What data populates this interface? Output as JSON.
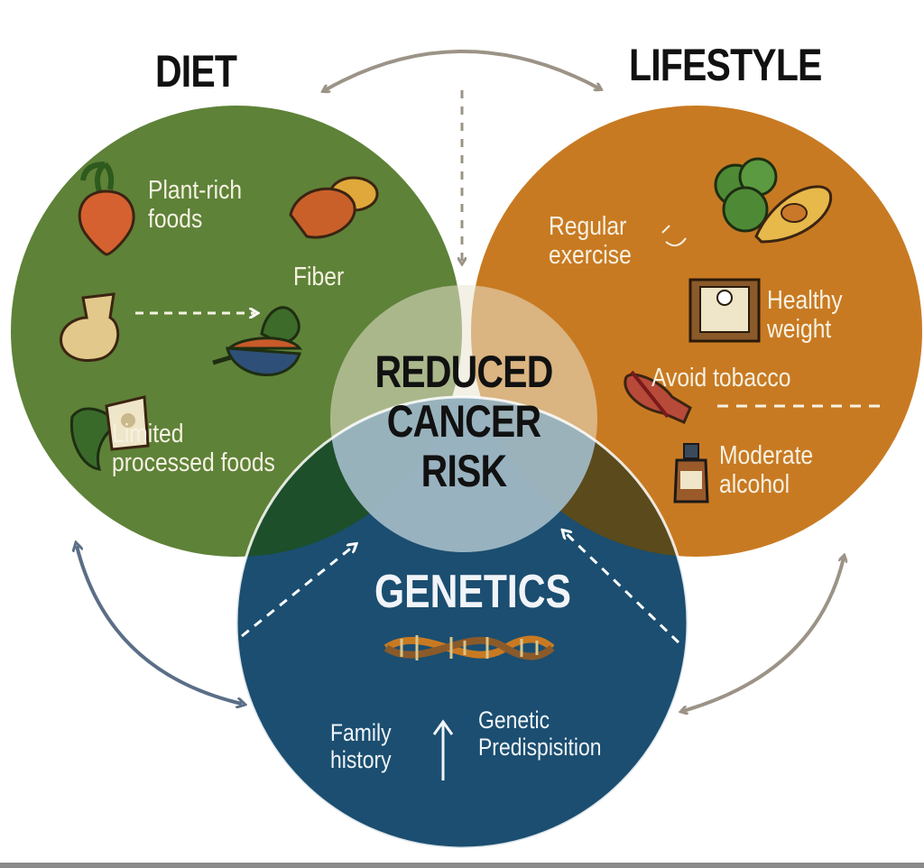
{
  "colors": {
    "diet": "#5e8238",
    "lifestyle": "#c87a22",
    "genetics": "#1b4e70",
    "overlap_center": "#e9e4cf",
    "arrow": "#9c9387",
    "arrow_blue": "#5b6e87"
  },
  "diet": {
    "title": "DIET",
    "items": [
      {
        "label": "Plant-rich\nfoods",
        "icon": "beet-icon"
      },
      {
        "label": "Fiber",
        "icon": "vegetable-bowl-icon"
      },
      {
        "label": "Limited\nprocessed foods",
        "icon": "processed-food-icon"
      }
    ]
  },
  "lifestyle": {
    "title": "LIFESTYLE",
    "items": [
      {
        "label": "Regular\nexercise",
        "icon": "exercise-icon"
      },
      {
        "label": "Healthy\nweight",
        "icon": "scale-icon"
      },
      {
        "label": "Avoid tobacco",
        "icon": "no-tobacco-icon"
      },
      {
        "label": "Moderate\nalcohol",
        "icon": "bottle-icon"
      }
    ]
  },
  "center": {
    "label": "REDUCED\nCANCER\nRISK"
  },
  "genetics": {
    "title": "GENETICS",
    "items": [
      {
        "label": "Family\nhistory"
      },
      {
        "label": "Genetic\nPredispisition"
      }
    ],
    "icon": "dna-helix-icon"
  }
}
